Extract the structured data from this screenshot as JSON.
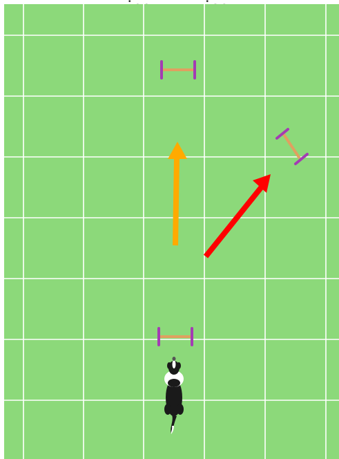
{
  "page": {
    "title": "…ing … … ing",
    "background": "#ffffff"
  },
  "field": {
    "grass_color": "#8cd97a",
    "grid_line_color": "#ffffff",
    "column_count": 6,
    "row_count": 8
  },
  "elements": {
    "jumps": [
      {
        "name": "agility-jump-top",
        "bar_color": "#e0a060",
        "post_color": "#a33cb3",
        "orientation": "horizontal"
      },
      {
        "name": "agility-jump-right",
        "bar_color": "#e0a060",
        "post_color": "#a33cb3",
        "orientation": "diagonal"
      },
      {
        "name": "agility-jump-bottom",
        "bar_color": "#e0a060",
        "post_color": "#a33cb3",
        "orientation": "horizontal"
      }
    ],
    "arrows": [
      {
        "name": "orange-arrow",
        "color": "#ffaa00",
        "direction": "up"
      },
      {
        "name": "red-arrow",
        "color": "#ff0000",
        "direction": "up-right"
      }
    ],
    "dog": {
      "name": "border-collie-dog-icon",
      "colors": [
        "#1a1a1a",
        "#ffffff"
      ]
    }
  }
}
